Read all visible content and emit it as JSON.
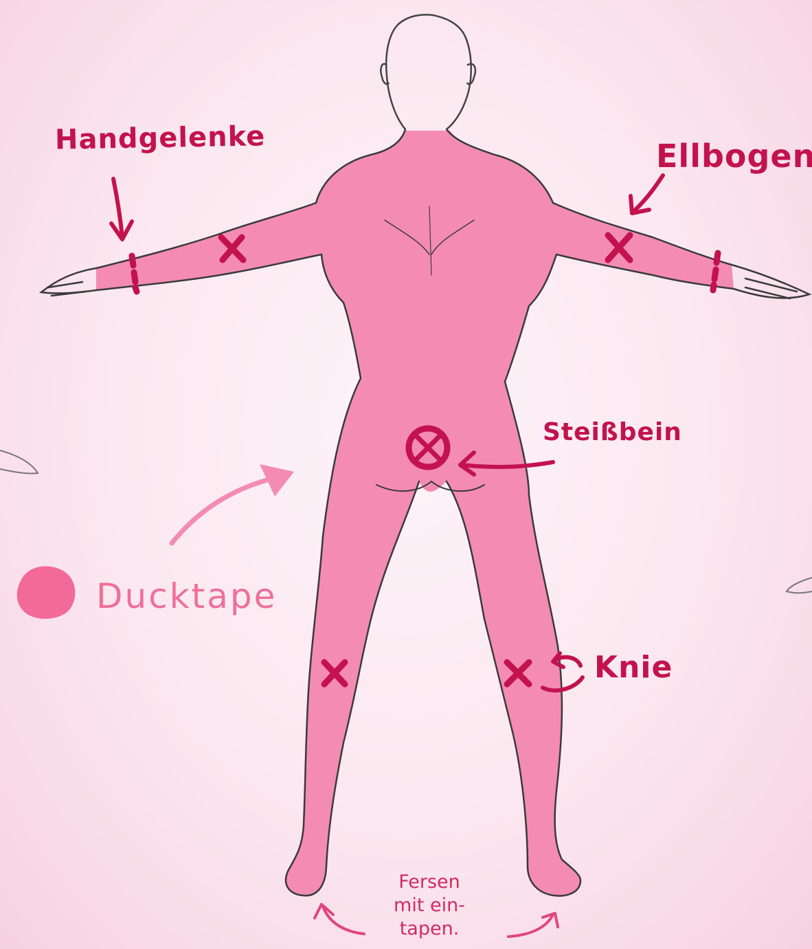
{
  "labels": {
    "wrists": "Handgelenke",
    "elbows": "Ellbogen",
    "coccyx": "Steißbein",
    "knee": "Knie",
    "legend": "Ducktape"
  },
  "note": {
    "line1": "Fersen",
    "line2": "mit ein-",
    "line3": "tapen."
  },
  "colors": {
    "tape_fill": "#f48cb2",
    "marker": "#c2134f",
    "legend_text": "#ee6f9a",
    "outline": "#3a3a3a"
  }
}
